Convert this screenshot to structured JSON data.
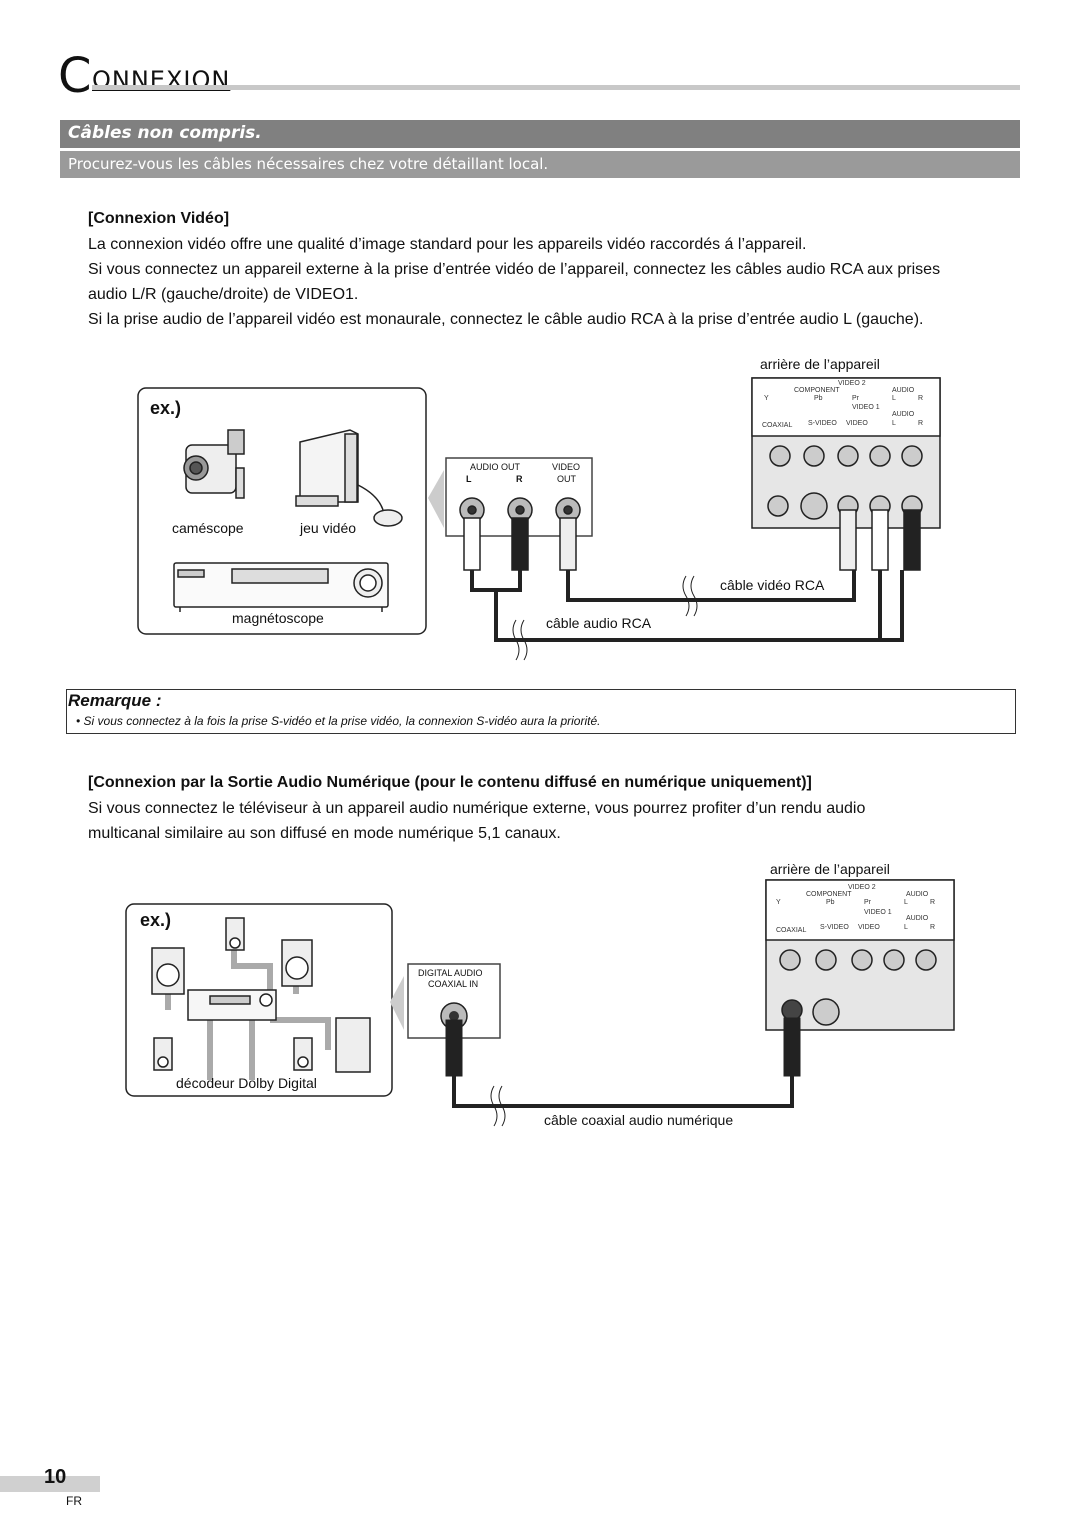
{
  "header": {
    "title_initial": "C",
    "title_rest": "ONNEXION"
  },
  "banner": {
    "title": "Câbles non compris.",
    "subtitle": "Procurez-vous les câbles nécessaires chez votre détaillant local."
  },
  "section1": {
    "heading": "[Connexion Vidéo]",
    "lines": [
      "La connexion vidéo offre une qualité d’image standard pour les appareils vidéo raccordés á l’appareil.",
      "Si vous connectez un appareil externe à la prise d’entrée vidéo de l’appareil, connectez les câbles audio RCA aux prises",
      "audio L/R (gauche/droite) de VIDEO1.",
      "Si la prise audio de l’appareil vidéo est monaurale, connectez le câble audio RCA à la prise d’entrée audio L (gauche)."
    ],
    "diagram": {
      "ex_label": "ex.)",
      "camcorder": "caméscope",
      "game": "jeu vidéo",
      "vcr": "magnétoscope",
      "audio_out": "AUDIO OUT",
      "L": "L",
      "R": "R",
      "video": "VIDEO",
      "out": "OUT",
      "rear": "arrière de l’appareil",
      "video_cable": "câble vidéo RCA",
      "audio_cable": "câble audio RCA"
    }
  },
  "panel": {
    "video2": "VIDEO 2",
    "component": "COMPONENT",
    "audio": "AUDIO",
    "y": "Y",
    "pb": "Pb",
    "pr": "Pr",
    "l": "L",
    "r": "R",
    "video1": "VIDEO 1",
    "coaxial": "COAXIAL",
    "svideo": "S-VIDEO",
    "video": "VIDEO"
  },
  "note": {
    "title": "Remarque :",
    "text": "•  Si vous connectez à la fois la prise S-vidéo et la prise vidéo, la connexion S-vidéo aura la priorité."
  },
  "section2": {
    "heading": "[Connexion par la Sortie Audio Numérique (pour le contenu diffusé en numérique uniquement)]",
    "lines": [
      "Si vous connectez le téléviseur à un appareil audio numérique externe, vous pourrez profiter d’un rendu audio",
      "multicanal similaire au son diffusé en mode numérique 5,1 canaux."
    ],
    "diagram": {
      "ex_label": "ex.)",
      "decoder": "décodeur Dolby Digital",
      "digital_audio": "DIGITAL AUDIO",
      "coaxial_in": "COAXIAL IN",
      "rear": "arrière de l’appareil",
      "coax_cable": "câble coaxial audio numérique"
    }
  },
  "footer": {
    "page_number": "10",
    "lang": "FR"
  }
}
